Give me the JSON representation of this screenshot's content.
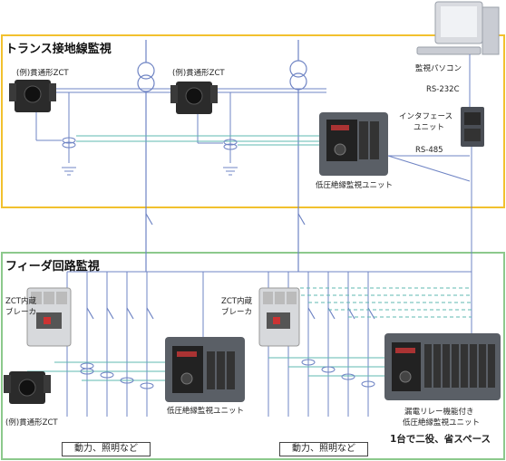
{
  "sections": {
    "transformer_title": "トランス接地線監視",
    "feeder_title": "フィーダ回路監視"
  },
  "labels": {
    "zct_example_1": "(例)貫通形ZCT",
    "zct_example_2": "(例)貫通形ZCT",
    "zct_example_3": "(例)貫通形ZCT",
    "monitor_pc": "監視パソコン",
    "rs232c": "RS-232C",
    "interface_unit_line1": "インタフェース",
    "interface_unit_line2": "ユニット",
    "rs485": "RS-485",
    "low_voltage_unit_top": "低圧絶縁監視ユニット",
    "zct_breaker_left_line1": "ZCT内蔵",
    "zct_breaker_left_line2": "ブレーカ",
    "zct_breaker_right_line1": "ZCT内蔵",
    "zct_breaker_right_line2": "ブレーカ",
    "low_voltage_unit_bottom": "低圧絶縁監視ユニット",
    "leakage_relay_line1": "漏電リレー機能付き",
    "leakage_relay_line2": "低圧絶縁監視ユニット",
    "power_lighting_left": "動力、照明など",
    "power_lighting_right": "動力、照明など",
    "tagline": "1台で二役、省スペース"
  },
  "colors": {
    "transformer_border": "#f2c12e",
    "feeder_border": "#8cc98c",
    "wire_blue": "#6f84c4",
    "wire_cyan": "#5fb8b0"
  }
}
